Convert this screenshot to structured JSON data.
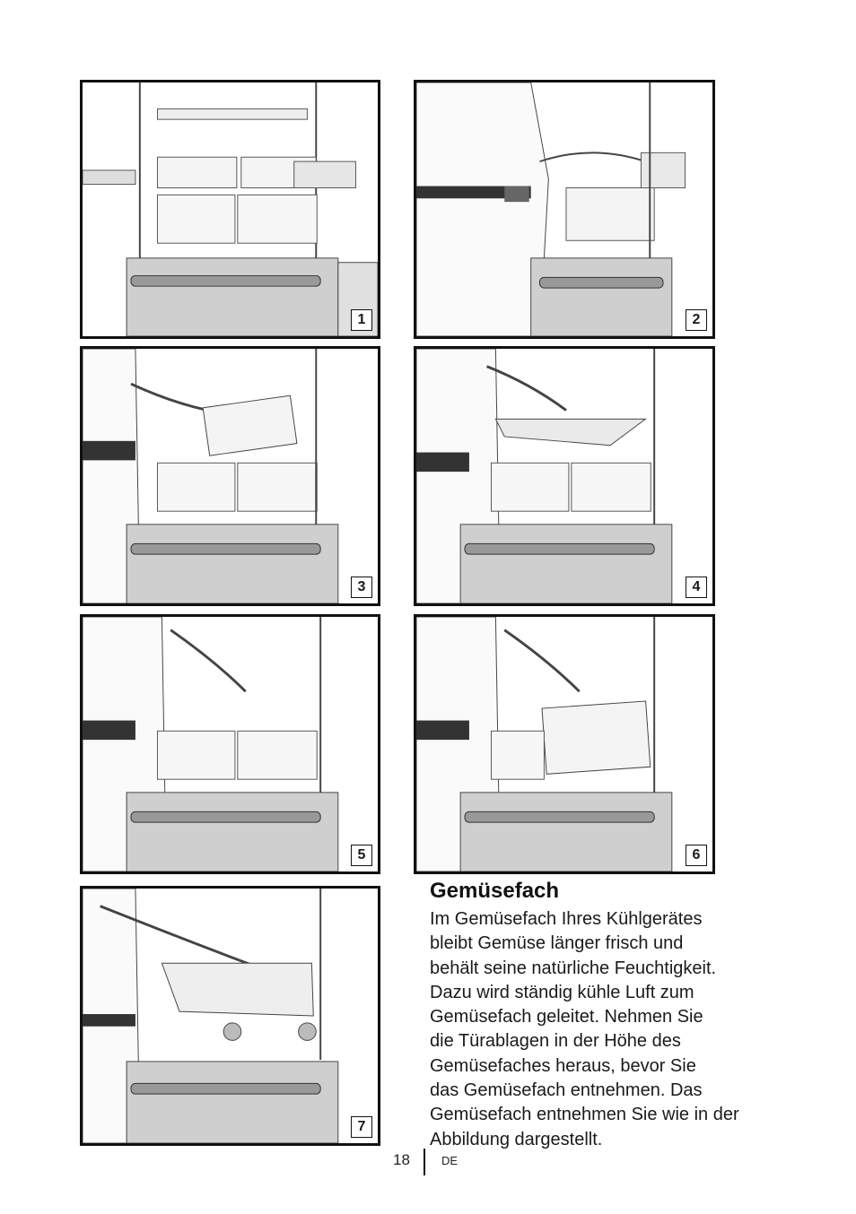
{
  "figures": [
    {
      "number": "1",
      "scene": "open fridge with door shelves and crisper drawers"
    },
    {
      "number": "2",
      "scene": "person removing door shelf"
    },
    {
      "number": "3",
      "scene": "person pulling out upper drawer"
    },
    {
      "number": "4",
      "scene": "person lifting glass shelf"
    },
    {
      "number": "5",
      "scene": "person reaching toward crisper"
    },
    {
      "number": "6",
      "scene": "person pulling vegetable drawer out"
    },
    {
      "number": "7",
      "scene": "person removing vegetable drawer"
    }
  ],
  "section": {
    "title": "Gemüsefach",
    "lines": [
      "Im Gemüsefach Ihres Kühlgerätes",
      "bleibt Gemüse länger frisch und",
      "behält seine natürliche Feuchtigkeit.",
      "Dazu wird ständig kühle Luft zum",
      "Gemüsefach geleitet. Nehmen Sie",
      "die Türablagen in der Höhe des",
      "Gemüsefaches heraus, bevor Sie",
      "das Gemüsefach entnehmen.  Das",
      "Gemüsefach entnehmen Sie wie in der",
      "Abbildung dargestellt."
    ]
  },
  "footer": {
    "page": "18",
    "lang": "DE"
  }
}
